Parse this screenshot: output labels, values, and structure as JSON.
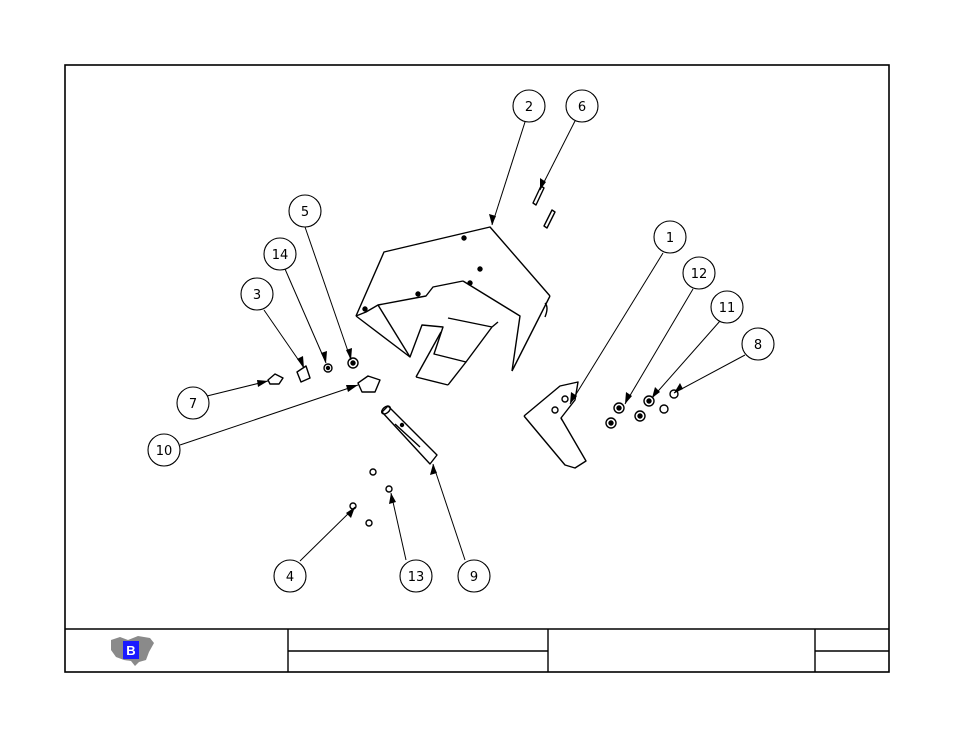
{
  "drawing": {
    "balloons": [
      "1",
      "2",
      "3",
      "4",
      "5",
      "6",
      "7",
      "8",
      "9",
      "10",
      "11",
      "12",
      "13",
      "14"
    ]
  },
  "title_block": {
    "logo_letter": "B",
    "logo_colors": {
      "primary": "#1a1aff",
      "accent": "#7a7a7a"
    },
    "fields": [
      "",
      "",
      "",
      "",
      ""
    ]
  }
}
